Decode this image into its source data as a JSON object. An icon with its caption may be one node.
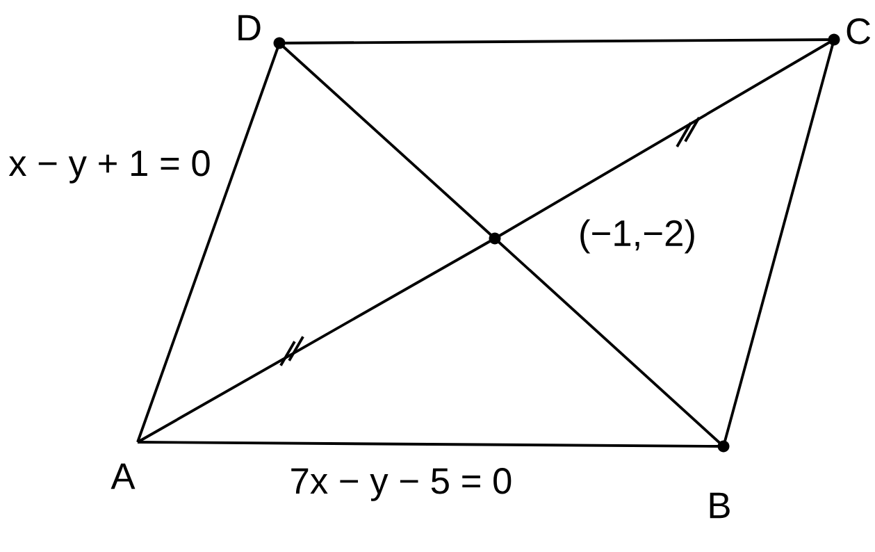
{
  "diagram": {
    "nodes": [
      {
        "text": [
          "D"
        ]
      },
      {
        "text": [
          "C"
        ]
      },
      {
        "text": [
          "A"
        ]
      },
      {
        "text": [
          "B"
        ]
      },
      {
        "text": [],
        "shape": "circle",
        "beside": [
          "(−1,−2)"
        ]
      }
    ],
    "edges": [
      {
        "from": 2,
        "to": 0,
        "arrow": "none",
        "label": "x − y + 1 = 0"
      },
      {
        "from": 0,
        "to": 1,
        "arrow": "none"
      },
      {
        "from": 1,
        "to": 3,
        "arrow": "none"
      },
      {
        "from": 2,
        "to": 3,
        "arrow": "none",
        "label": "7x − y − 5 = 0"
      },
      {
        "from": 2,
        "to": 4,
        "arrow": "none"
      },
      {
        "from": 4,
        "to": 1,
        "arrow": "none"
      },
      {
        "from": 0,
        "to": 4,
        "arrow": "none"
      },
      {
        "from": 4,
        "to": 3,
        "arrow": "none"
      }
    ]
  }
}
